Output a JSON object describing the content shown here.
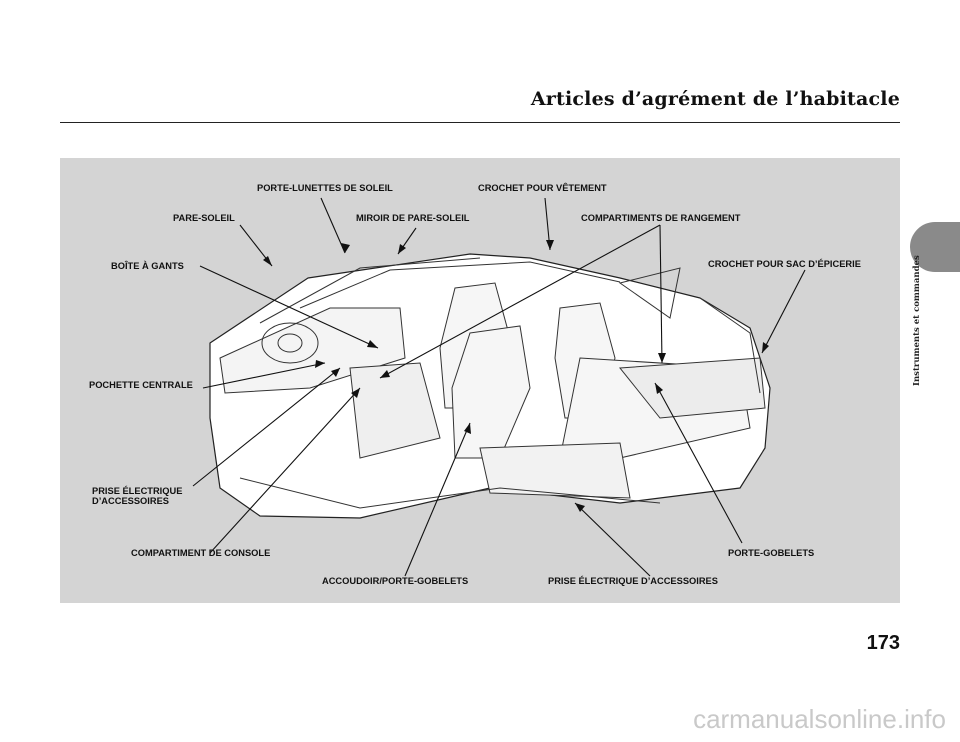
{
  "header": {
    "title": "Articles d’agrément de l’habitacle"
  },
  "sidebar": {
    "section_label": "Instruments et commandes"
  },
  "figure": {
    "labels": {
      "porte_lunettes": "PORTE-LUNETTES DE SOLEIL",
      "crochet_vetement": "CROCHET POUR VÊTEMENT",
      "pare_soleil": "PARE-SOLEIL",
      "miroir": "MIROIR DE PARE-SOLEIL",
      "compartiments_rangement": "COMPARTIMENTS DE RANGEMENT",
      "boite_gants": "BOÎTE À GANTS",
      "crochet_sac": "CROCHET POUR SAC D’ÉPICERIE",
      "pochette": "POCHETTE CENTRALE",
      "prise_avant_1": "PRISE ÉLECTRIQUE",
      "prise_avant_2": "D’ACCESSOIRES",
      "compartiment_console": "COMPARTIMENT DE CONSOLE",
      "porte_gobelets": "PORTE-GOBELETS",
      "accoudoir": "ACCOUDOIR/PORTE-GOBELETS",
      "prise_arriere": "PRISE ÉLECTRIQUE D’ACCESSOIRES"
    }
  },
  "footer": {
    "page_number": "173",
    "watermark": "carmanualsonline.info"
  }
}
